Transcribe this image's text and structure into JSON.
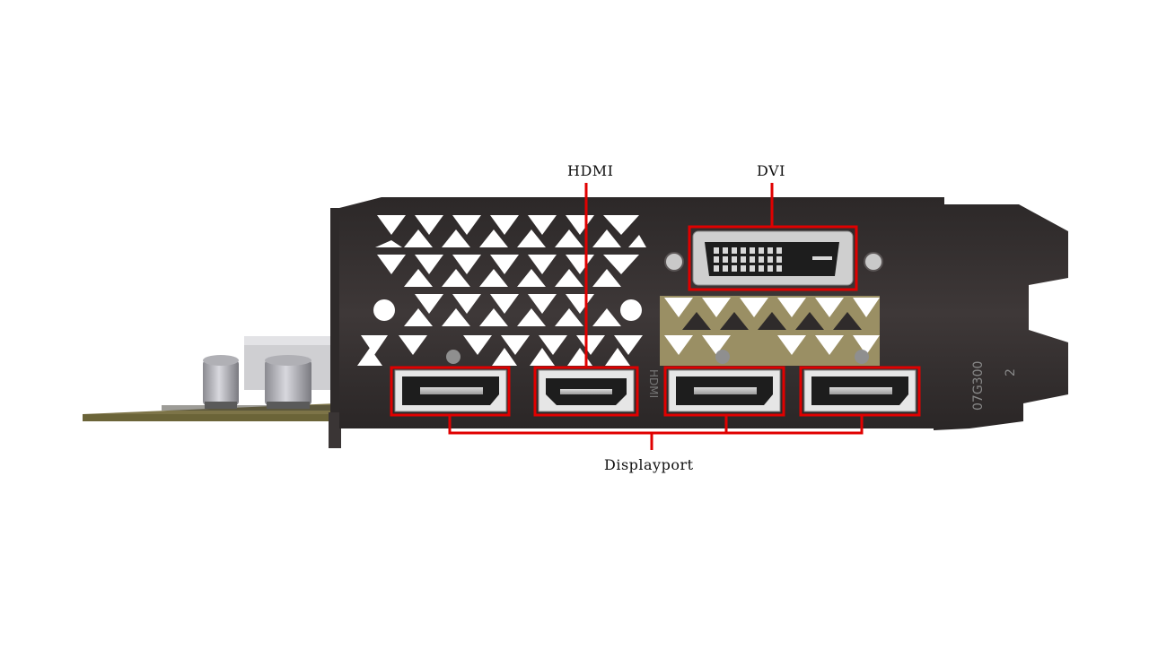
{
  "labels": {
    "hdmi": "HDMI",
    "dvi": "DVI",
    "displayport": "Displayport"
  },
  "bracket_markings": {
    "model_code": "07G300",
    "revision": "2",
    "hdmi_embossed": "HDMI"
  },
  "colors": {
    "highlight": "#e00000",
    "bracket": "#3a3535",
    "pcb": "#7d7448"
  }
}
